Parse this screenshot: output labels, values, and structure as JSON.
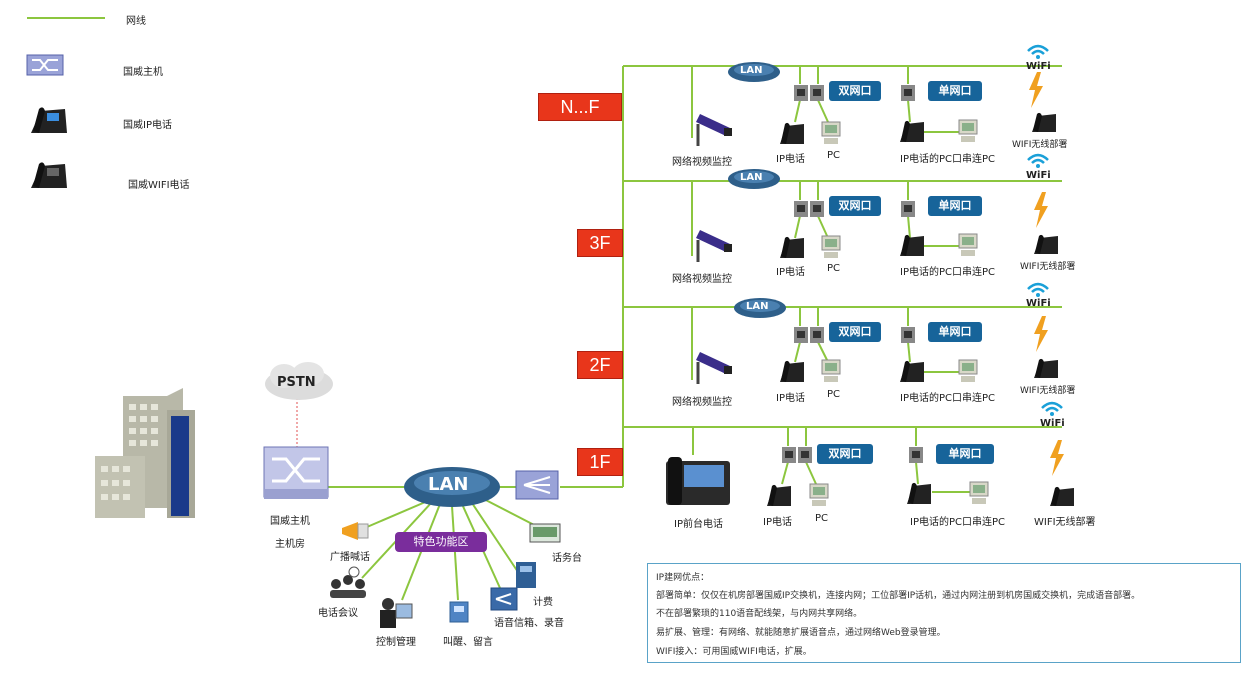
{
  "legend": {
    "network_line": "网线",
    "host": "国威主机",
    "ip_phone": "国威IP电话",
    "wifi_phone": "国威WIFI电话"
  },
  "floors": [
    "N...F",
    "3F",
    "2F",
    "1F"
  ],
  "lan": "LAN",
  "pstn": "PSTN",
  "host_label": "国威主机",
  "machine_room": "主机房",
  "special_area": "特色功能区",
  "features": {
    "broadcast": "广播喊话",
    "conference": "电话会议",
    "control": "控制管理",
    "wakeup": "叫醒、留言",
    "voicemail": "语音信箱、录音",
    "billing": "计费",
    "operator": "话务台"
  },
  "floor_items": {
    "video": "网络视频监控",
    "dual_port": "双网口",
    "single_port": "单网口",
    "ip_phone": "IP电话",
    "pc": "PC",
    "ip_pc_chain": "IP电话的PC口串连PC",
    "wifi": "WiFi",
    "wifi_deploy": "WIFI无线部署",
    "front_desk": "IP前台电话"
  },
  "info": {
    "title": "IP建网优点：",
    "line1": "部署简单：仅仅在机房部署国威IP交换机，连接内网；工位部署IP话机，通过内网注册到机房国威交换机，完成语音部署。",
    "line2": "不在部署繁琐的110语音配线架，与内网共享网络。",
    "line3": "易扩展、管理：有网络、就能随意扩展语音点，通过网络Web登录管理。",
    "line4": "WIFI接入：可用国威WIFI电话，扩展。"
  },
  "colors": {
    "line": "#8cc63f",
    "floor_tag": "#e8361b",
    "port_tag": "#17649a",
    "lan_cloud": "#2e5f8a",
    "special": "#7a2d9c",
    "wifi": "#1aa0d8",
    "bolt": "#f0a020"
  }
}
